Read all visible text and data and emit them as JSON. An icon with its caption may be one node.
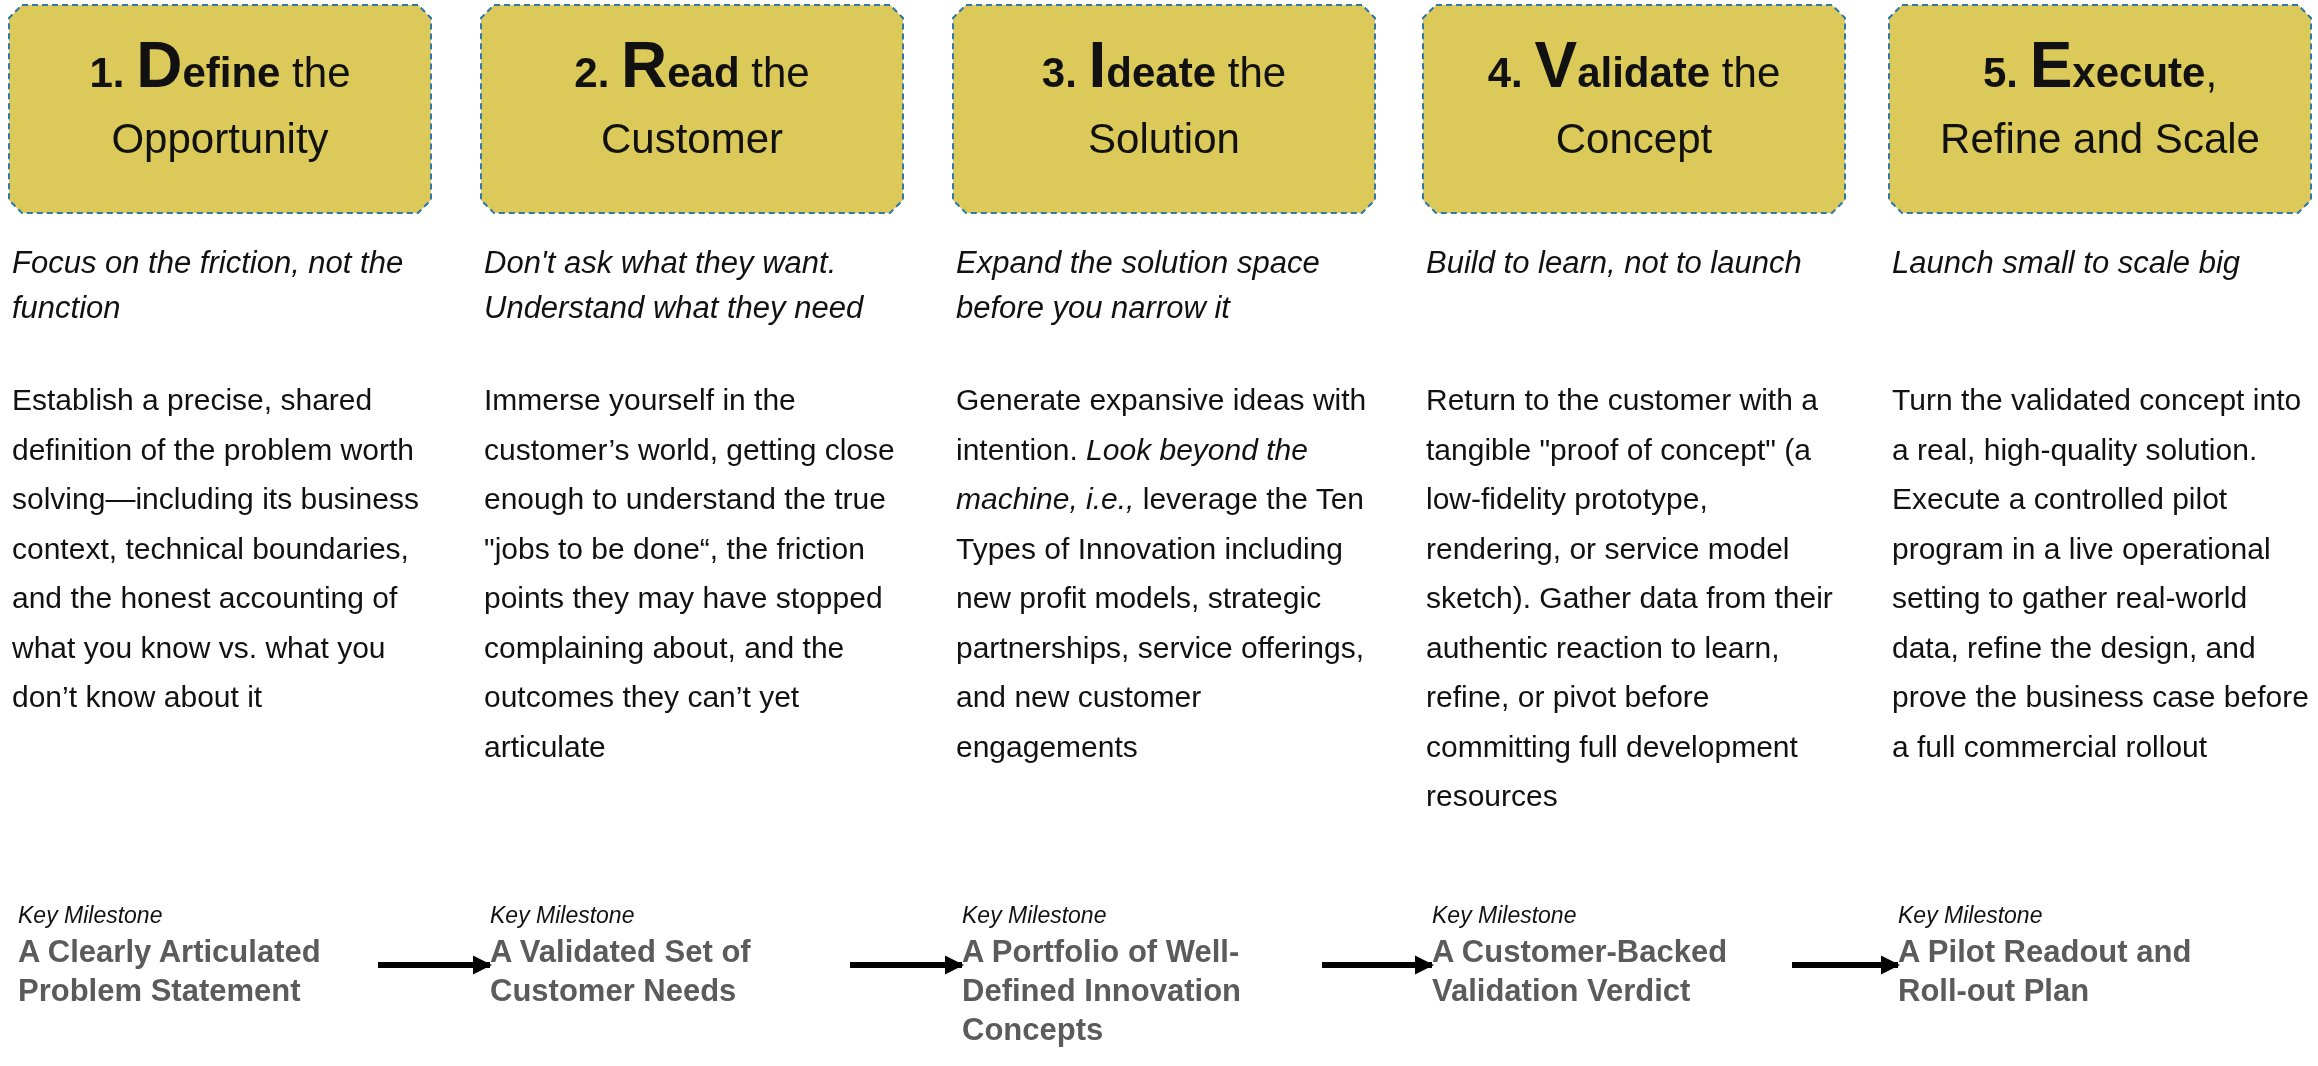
{
  "diagram": {
    "nodes": [
      {
        "text": [
          "**1.** **Define** the Opportunity"
        ],
        "beside": [
          "Focus on the friction, not the function",
          "Establish a precise, shared definition of the problem worth solving—including its business context, technical boundaries, and the honest accounting of what you know vs. what you don’t know about it"
        ]
      },
      {
        "text": [
          "**2.** **Read** the Customer"
        ],
        "beside": [
          "Don't ask what they want. Understand what they need",
          "Immerse yourself in the customer’s world, getting close enough to understand the true \"jobs to be done“, the friction points they may have stopped complaining about, and the outcomes they can’t yet articulate"
        ]
      },
      {
        "text": [
          "**3.** **Ideate** the Solution"
        ],
        "beside": [
          "Expand the solution space before you narrow it",
          "Generate expansive ideas with intention. *Look beyond the machine, i.e.,* leverage the Ten Types of Innovation including new profit models, strategic partnerships, service offerings, and new customer engagements"
        ]
      },
      {
        "text": [
          "**4.** **Validate** the Concept"
        ],
        "beside": [
          "Build to learn, not to launch",
          "Return to the customer with a tangible \"proof of concept\" (a low-fidelity prototype, rendering, or service model sketch). Gather data from their authentic reaction to learn, refine, or pivot before committing full development resources"
        ]
      },
      {
        "text": [
          "**5.** **Execute**, Refine and Scale"
        ],
        "beside": [
          "Launch small to scale big",
          "Turn the validated concept into a real, high-quality solution. Execute a controlled pilot program in a live operational setting to gather real-world data, refine the design, and prove the business case before a full commercial rollout"
        ]
      },
      {
        "text": [
          "Key Milestone",
          "A Clearly Articulated Problem Statement"
        ]
      },
      {
        "text": [
          "Key Milestone",
          "A Validated Set of Customer Needs"
        ]
      },
      {
        "text": [
          "Key Milestone",
          "A Portfolio of Well-Defined Innovation Concepts"
        ]
      },
      {
        "text": [
          "Key Milestone",
          "A Customer-Backed Validation Verdict"
        ]
      },
      {
        "text": [
          "Key Milestone",
          "A Pilot Readout and Roll-out Plan"
        ]
      }
    ],
    "edges": [
      {
        "from": 5,
        "to": 6,
        "arrow": "to"
      },
      {
        "from": 6,
        "to": 7,
        "arrow": "to"
      },
      {
        "from": 7,
        "to": 8,
        "arrow": "to"
      },
      {
        "from": 8,
        "to": 9,
        "arrow": "to"
      }
    ]
  }
}
